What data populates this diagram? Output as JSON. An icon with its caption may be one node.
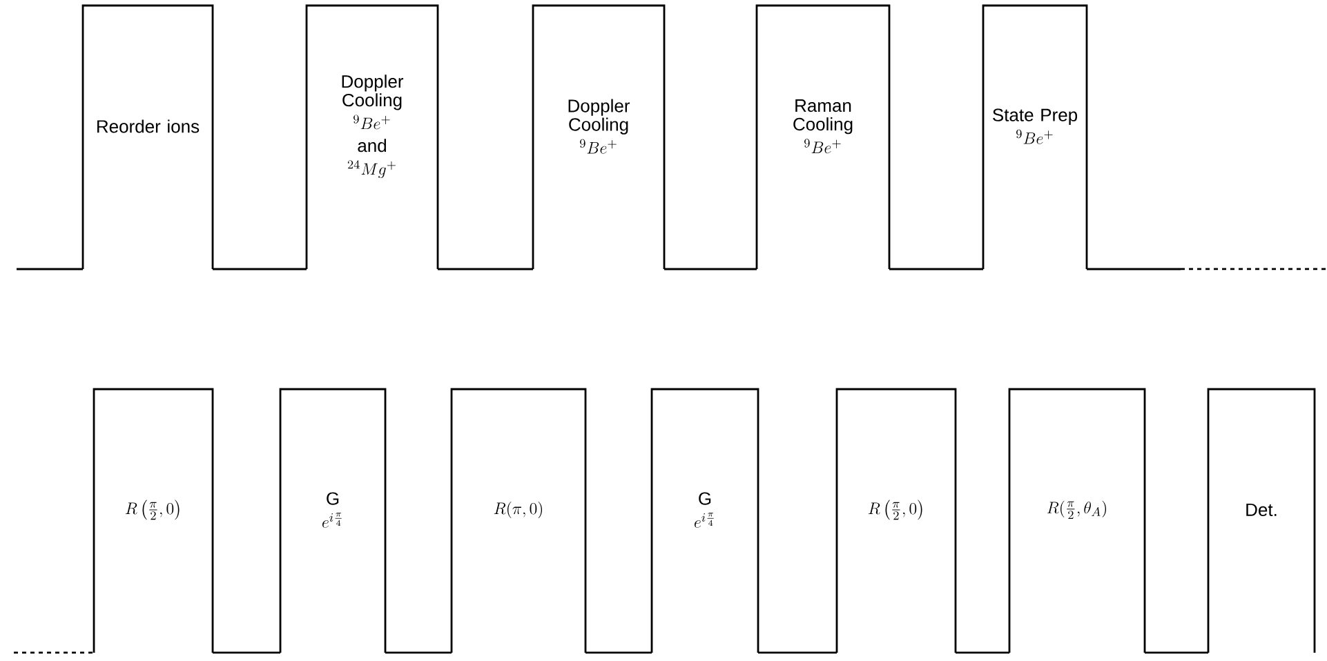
{
  "diagram": {
    "nodes": [
      {
        "text": [
          "Reorder ions"
        ]
      },
      {
        "text": [
          "Doppler Cooling",
          "^{9}Be^{+}",
          "and",
          "^{24}Mg^{+}"
        ]
      },
      {
        "text": [
          "Doppler Cooling",
          "^{9}Be^{+}"
        ]
      },
      {
        "text": [
          "Raman Cooling",
          "^{9}Be^{+}"
        ]
      },
      {
        "text": [
          "State Prep",
          "^{9}Be^{+}"
        ]
      },
      {
        "text": [
          "R\\left(\\frac{\\pi}{2},0\\right)"
        ]
      },
      {
        "text": [
          "G",
          "e^{i\\frac{\\pi}{4}}"
        ]
      },
      {
        "text": [
          "R(\\pi,0)"
        ]
      },
      {
        "text": [
          "G",
          "e^{i\\frac{\\pi}{4}}"
        ]
      },
      {
        "text": [
          "R\\left(\\frac{\\pi}{2},0\\right)"
        ]
      },
      {
        "text": [
          "R(\\frac{\\pi}{2},\\theta_A)"
        ]
      },
      {
        "text": [
          "Det."
        ]
      }
    ],
    "edges": [
      {
        "from": null,
        "to": 0,
        "arrow": "none"
      },
      {
        "from": 0,
        "to": 1,
        "arrow": "none"
      },
      {
        "from": 1,
        "to": 2,
        "arrow": "none"
      },
      {
        "from": 2,
        "to": 3,
        "arrow": "none"
      },
      {
        "from": 3,
        "to": 4,
        "arrow": "none"
      },
      {
        "from": 4,
        "to": null,
        "arrow": "none"
      },
      {
        "from": null,
        "to": 5,
        "arrow": "none",
        "style": "dashed"
      },
      {
        "from": 5,
        "to": 6,
        "arrow": "none"
      },
      {
        "from": 6,
        "to": 7,
        "arrow": "none"
      },
      {
        "from": 7,
        "to": 8,
        "arrow": "none"
      },
      {
        "from": 8,
        "to": 9,
        "arrow": "none"
      },
      {
        "from": 9,
        "to": 10,
        "arrow": "none"
      },
      {
        "from": 10,
        "to": 11,
        "arrow": "none"
      }
    ]
  }
}
